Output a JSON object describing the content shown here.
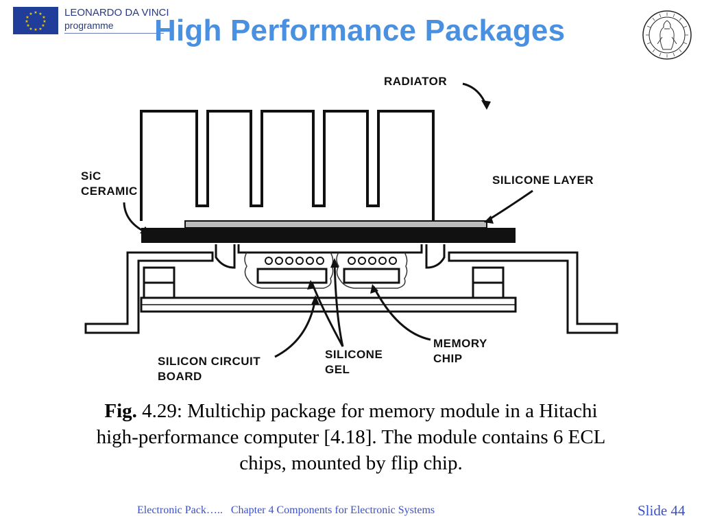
{
  "header": {
    "logo_line1": "LEONARDO DA VINCI",
    "logo_line2": "programme",
    "title": "High Performance Packages"
  },
  "diagram": {
    "labels": {
      "radiator": "RADIATOR",
      "sic_line1": "SiC",
      "sic_line2": "CERAMIC",
      "silicone_layer": "SILICONE LAYER",
      "silicon_board_line1": "SILICON CIRCUIT",
      "silicon_board_line2": "BOARD",
      "silicone_gel_line1": "SILICONE",
      "silicone_gel_line2": "GEL",
      "memory_chip_line1": "MEMORY",
      "memory_chip_line2": "CHIP"
    }
  },
  "caption": {
    "fig_label": "Fig.",
    "text_line1": " 4.29: Multichip package for memory module in a Hitachi",
    "text_line2": "high-performance computer [4.18]. The module contains 6 ECL",
    "text_line3": "chips, mounted by flip chip."
  },
  "footer": {
    "course": "Electronic Pack…..",
    "chapter": "Chapter 4 Components for Electronic Systems",
    "slide": "Slide 44"
  },
  "colors": {
    "title": "#4a90e0",
    "footer": "#3a50c8",
    "eu_flag": "#1f3d99",
    "eu_stars": "#f5d000"
  }
}
